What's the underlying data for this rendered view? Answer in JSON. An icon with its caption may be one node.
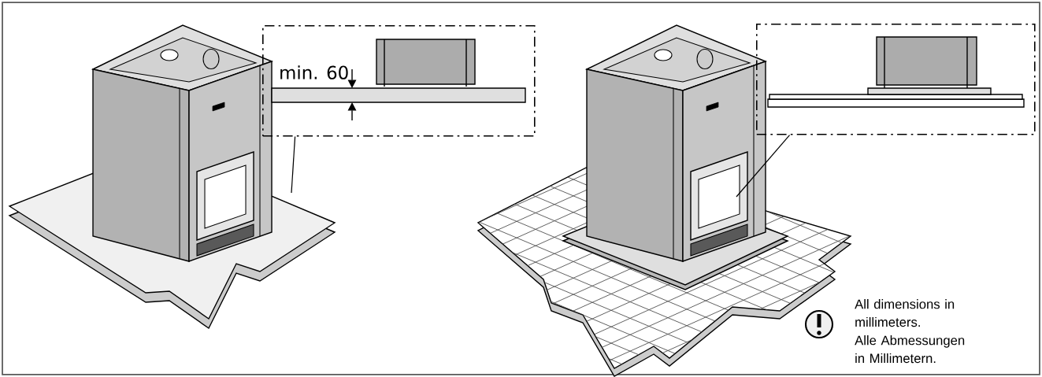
{
  "diagram": {
    "nodes": [
      {
        "text": [],
        "shape": "box"
      },
      {
        "text": [],
        "shape": "box"
      }
    ],
    "edges": [
      {
        "from": 0,
        "to": null,
        "arrow": "none"
      },
      {
        "from": 1,
        "to": null,
        "arrow": "none"
      }
    ],
    "labels": [
      "min. 60",
      "All dimensions in millimeters.",
      "Alle Abmessungen in Millimetern."
    ]
  }
}
